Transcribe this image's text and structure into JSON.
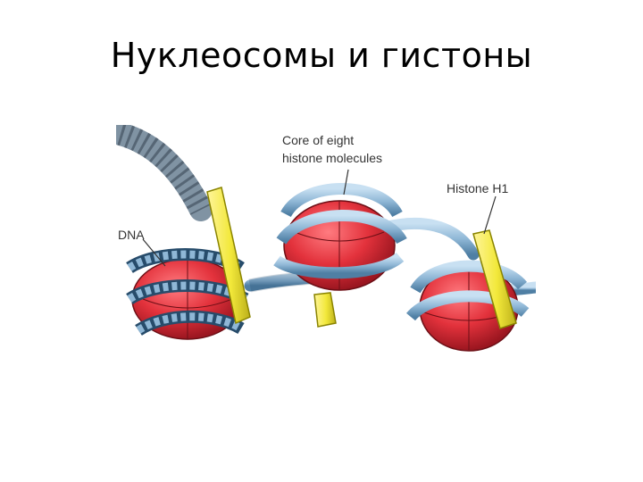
{
  "slide": {
    "title": "Нуклеосомы и гистоны"
  },
  "diagram": {
    "labels": {
      "core_line1": "Core of eight",
      "core_line2": "histone molecules",
      "histone_h1": "Histone H1",
      "dna": "DNA"
    },
    "colors": {
      "dna_strand": "#8fb7d6",
      "dna_outline": "#274c6b",
      "histone_core": "#e3323c",
      "histone_core_dark": "#9b1620",
      "histone_h1": "#f2e83a",
      "histone_h1_outline": "#8a8400",
      "chromatin_fiber": "#8093a3"
    }
  }
}
